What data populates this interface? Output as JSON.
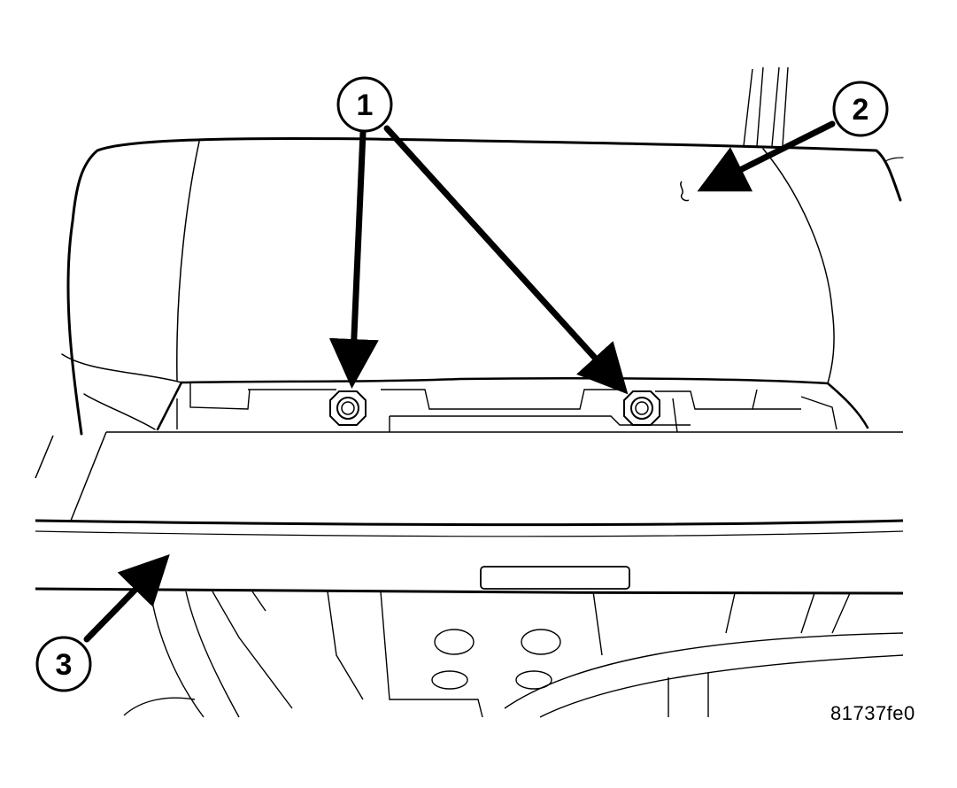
{
  "callouts": [
    {
      "label": "1"
    },
    {
      "label": "2"
    },
    {
      "label": "3"
    }
  ],
  "reference_code": "81737fe0",
  "colors": {
    "line": "#000000",
    "background": "#ffffff"
  }
}
